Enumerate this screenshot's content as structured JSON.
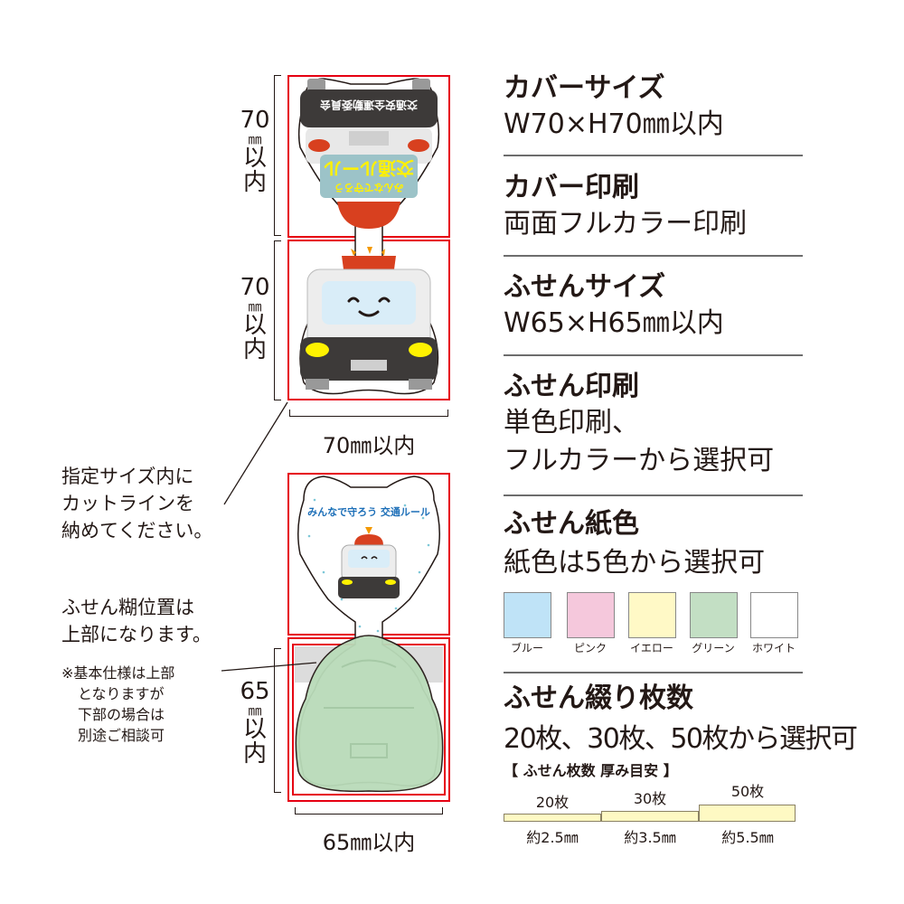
{
  "diagram": {
    "cover_height_label": {
      "num": "70",
      "unit": "㎜",
      "suffix_1": "以",
      "suffix_2": "内"
    },
    "note_height_label": {
      "num": "70",
      "unit": "㎜",
      "suffix_1": "以",
      "suffix_2": "内"
    },
    "cover_width_label": "70㎜以内",
    "sticky_height_label": {
      "num": "65",
      "unit": "㎜",
      "suffix_1": "以",
      "suffix_2": "内"
    },
    "sticky_width_label": "65㎜以内",
    "cover_back_text": "交通安全運動委員会",
    "cover_back_screen_big": "交通ルール",
    "cover_back_screen_small": "みんなで守ろう",
    "sticky_arc_text": "みんなで守ろう 交通ルール"
  },
  "notes": {
    "cutline": [
      "指定サイズ内に",
      "カットラインを",
      "納めてください。"
    ],
    "glue": [
      "ふせん糊位置は",
      "上部になります。"
    ],
    "glue_sub": [
      "※基本仕様は上部",
      "となりますが",
      "下部の場合は",
      "別途ご相談可"
    ]
  },
  "specs": {
    "cover_size": {
      "title": "カバーサイズ",
      "value": "W70×H70㎜以内"
    },
    "cover_print": {
      "title": "カバー印刷",
      "value": "両面フルカラー印刷"
    },
    "sticky_size": {
      "title": "ふせんサイズ",
      "value": "W65×H65㎜以内"
    },
    "sticky_print": {
      "title": "ふせん印刷",
      "value_1": "単色印刷、",
      "value_2": "フルカラーから選択可"
    },
    "paper_color": {
      "title": "ふせん紙色",
      "value": "紙色は5色から選択可",
      "colors": [
        {
          "label": "ブルー",
          "hex": "#bfe3f7"
        },
        {
          "label": "ピンク",
          "hex": "#f5c8dc"
        },
        {
          "label": "イエロー",
          "hex": "#fff9c6"
        },
        {
          "label": "グリーン",
          "hex": "#c3dfc4"
        },
        {
          "label": "ホワイト",
          "hex": "#ffffff"
        }
      ]
    },
    "sheet_count": {
      "title": "ふせん綴り枚数",
      "value": "20枚、30枚、50枚から選択可",
      "guide_title": "【 ふせん枚数 厚み目安 】",
      "thickness": [
        {
          "count": "20枚",
          "thickness": "約2.5㎜",
          "mm": 2.5
        },
        {
          "count": "30枚",
          "thickness": "約3.5㎜",
          "mm": 3.5
        },
        {
          "count": "50枚",
          "thickness": "約5.5㎜",
          "mm": 5.5
        }
      ]
    }
  },
  "colors": {
    "guide_red": "#e60012",
    "glue_area": "#dcdcdc",
    "sticky_green": "#b9dbb9"
  }
}
